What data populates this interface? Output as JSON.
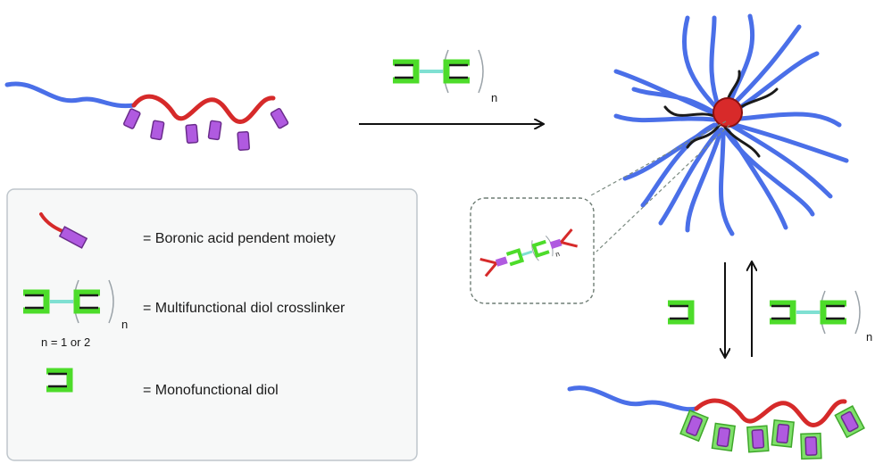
{
  "legend": {
    "boronic_label": "= Boronic acid pendent moiety",
    "crosslinker_label": "= Multifunctional diol crosslinker",
    "n_note": "n = 1 or 2",
    "mono_label": "= Monofunctional diol"
  },
  "scheme": {
    "repeat_symbol": "n"
  },
  "colors": {
    "polymer_shell": "#4a6fe8",
    "polymer_core": "#d62a2a",
    "boronic_moiety": "#b05ae0",
    "diol": "#4ddc2a",
    "linker": "#7fe0d2",
    "micelle_core": "#d82a2a",
    "legend_border": "#bfc6cc",
    "legend_fill": "#f7f8f8",
    "arrow": "#111111"
  }
}
